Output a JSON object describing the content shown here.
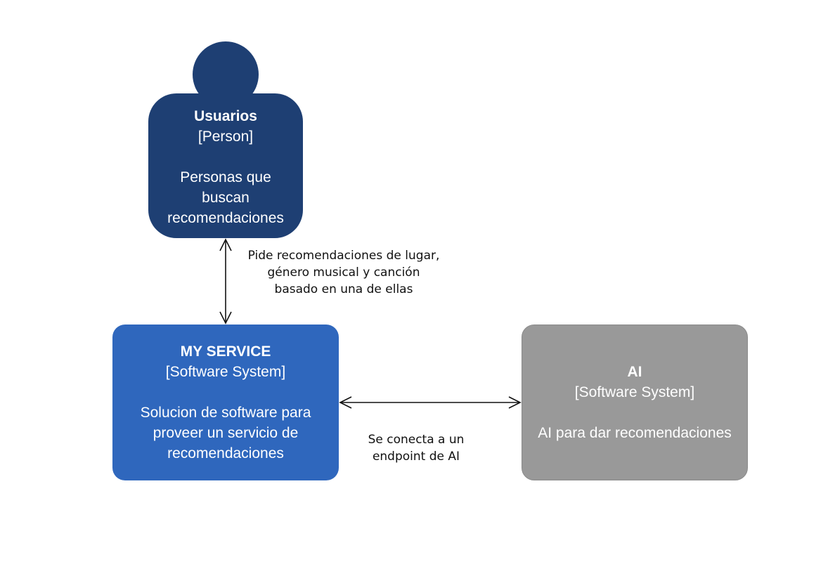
{
  "nodes": {
    "person": {
      "name": "Usuarios",
      "type": "[Person]",
      "description_lines": [
        "Personas que",
        "buscan",
        "recomendaciones"
      ]
    },
    "service": {
      "name": "MY SERVICE",
      "type": "[Software System]",
      "description_lines": [
        "Solucion de software para",
        "proveer un servicio de",
        "recomendaciones"
      ]
    },
    "ai": {
      "name": "AI",
      "type": "[Software System]",
      "description_lines": [
        "AI para dar recomendaciones"
      ]
    }
  },
  "edges": {
    "person_service": {
      "label_lines": [
        "Pide recomendaciones de lugar,",
        "género musical y canción",
        "basado en una de ellas"
      ]
    },
    "service_ai": {
      "label_lines": [
        "Se conecta a un",
        "endpoint de AI"
      ]
    }
  },
  "colors": {
    "person": "#1e3f73",
    "service": "#2f67bd",
    "external_system": "#999999",
    "edge": "#111111"
  }
}
